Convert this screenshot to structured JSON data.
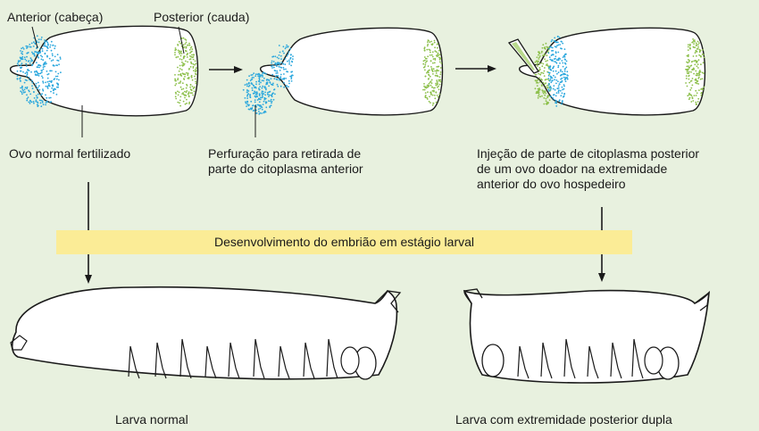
{
  "labels": {
    "anterior": "Anterior (cabeça)",
    "posterior": "Posterior (cauda)",
    "normal_egg": "Ovo normal fertilizado",
    "perforation_line1": "Perfuração para retirada de",
    "perforation_line2": "parte do citoplasma anterior",
    "injection_line1": "Injeção de parte de citoplasma posterior",
    "injection_line2": "de um ovo doador na extremidade",
    "injection_line3": "anterior do ovo hospedeiro",
    "banner": "Desenvolvimento do embrião em estágio larval",
    "larva_normal": "Larva normal",
    "larva_double": "Larva com extremidade posterior dupla"
  },
  "colors": {
    "background": "#e8f1df",
    "banner": "#fbec96",
    "anterior_cytoplasm": "#2aa7dd",
    "posterior_cytoplasm": "#8cbf4a",
    "outline": "#1a1a1a"
  }
}
